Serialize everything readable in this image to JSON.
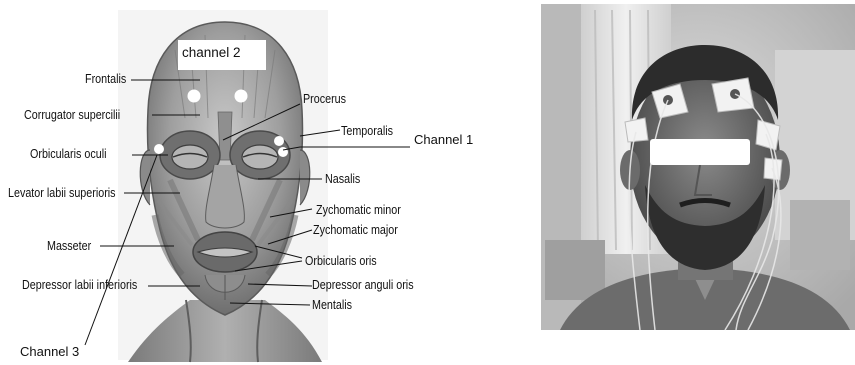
{
  "figure": {
    "muscle_labels": {
      "frontalis": "Frontalis",
      "corrugator": "Corrugator supercilii",
      "orbicularis_oculi": "Orbicularis oculi",
      "levator": "Levator labii superioris",
      "masseter": "Masseter",
      "depressor_labii": "Depressor labii inferioris",
      "procerus": "Procerus",
      "temporalis": "Temporalis",
      "nasalis": "Nasalis",
      "zyg_minor": "Zychomatic minor",
      "zyg_major": "Zychomatic major",
      "orbicularis_oris": "Orbicularis oris",
      "depressor_anguli": "Depressor anguli oris",
      "mentalis": "Mentalis"
    },
    "channels": {
      "ch1": "Channel 1",
      "ch2": "channel 2",
      "ch3": "Channel 3"
    }
  }
}
